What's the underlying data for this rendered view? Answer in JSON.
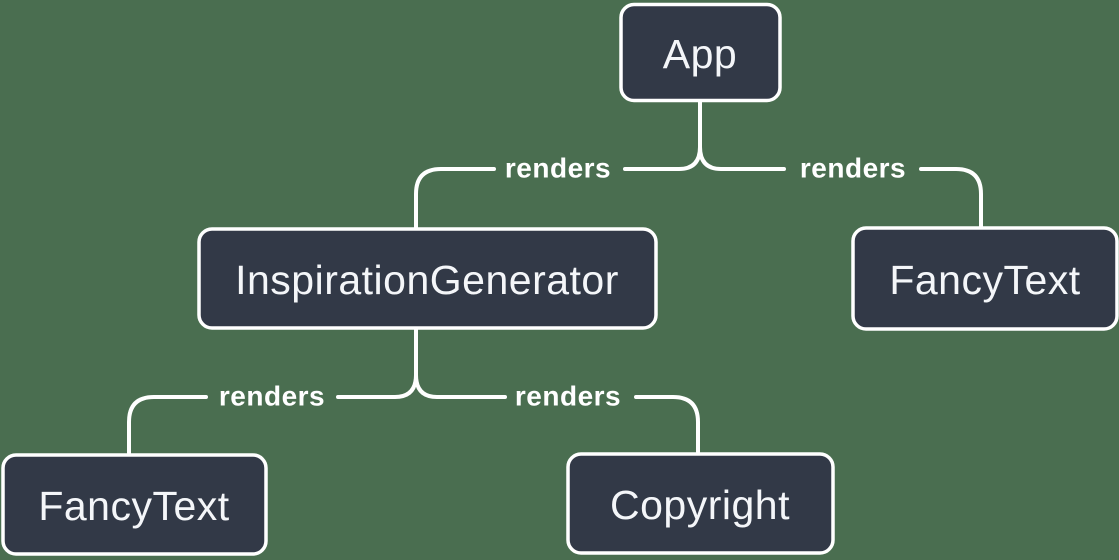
{
  "diagram": {
    "type": "component-render-tree",
    "colors": {
      "background": "#4a6e50",
      "node_fill": "#323947",
      "node_border": "#ffffff",
      "node_text": "#f4f6f9",
      "edge_line": "#ffffff",
      "edge_label_text": "#ffffff"
    },
    "nodes": [
      {
        "id": "app",
        "label": "App"
      },
      {
        "id": "inspiration-generator",
        "label": "InspirationGenerator"
      },
      {
        "id": "fancy-text-top",
        "label": "FancyText"
      },
      {
        "id": "fancy-text-bottom",
        "label": "FancyText"
      },
      {
        "id": "copyright",
        "label": "Copyright"
      }
    ],
    "edges": [
      {
        "from": "App",
        "to": "InspirationGenerator",
        "label": "renders"
      },
      {
        "from": "App",
        "to": "FancyText",
        "label": "renders"
      },
      {
        "from": "InspirationGenerator",
        "to": "FancyText",
        "label": "renders"
      },
      {
        "from": "InspirationGenerator",
        "to": "Copyright",
        "label": "renders"
      }
    ]
  }
}
